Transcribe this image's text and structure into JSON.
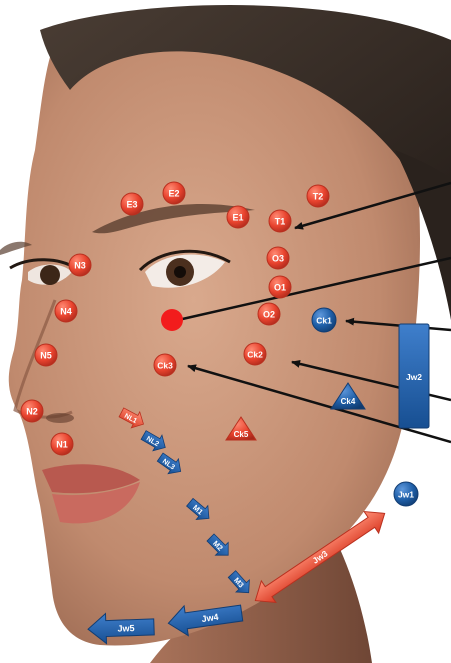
{
  "colors": {
    "red_marker": "#e8432e",
    "red_marker_edge": "#b9301f",
    "blue_marker": "#1f5fa8",
    "blue_marker_edge": "#123d73",
    "focal_dot": "#f21c1c",
    "arrow_line": "#111111",
    "skin": "#c08a6e",
    "hair": "#2e2621"
  },
  "labels": {
    "E1": "E1",
    "E2": "E2",
    "E3": "E3",
    "T1": "T1",
    "T2": "T2",
    "O1": "O1",
    "O2": "O2",
    "O3": "O3",
    "N1": "N1",
    "N2": "N2",
    "N3": "N3",
    "N4": "N4",
    "N5": "N5",
    "Ck1": "Ck1",
    "Ck2": "Ck2",
    "Ck3": "Ck3",
    "Ck4": "Ck4",
    "Ck5": "Ck5",
    "NL1": "NL1",
    "NL2": "NL2",
    "NL3": "NL3",
    "M1": "M1",
    "M2": "M2",
    "M3": "M3",
    "Jw1": "Jw1",
    "Jw2": "Jw2",
    "Jw3": "Jw3",
    "Jw4": "Jw4",
    "Jw5": "Jw5"
  }
}
